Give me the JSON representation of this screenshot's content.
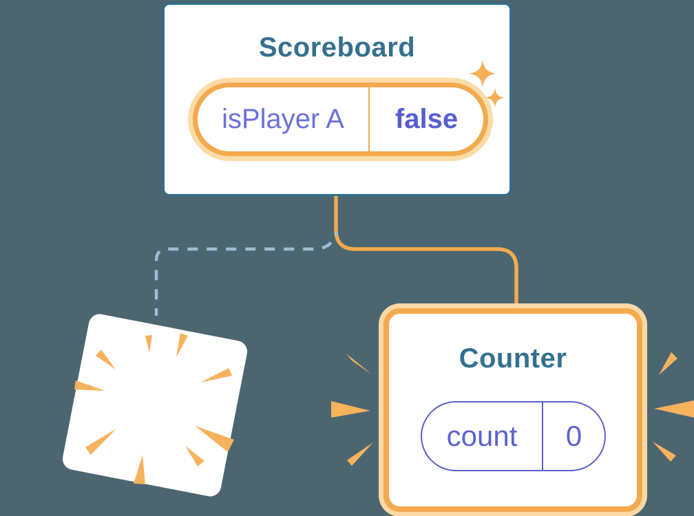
{
  "diagram": {
    "description": "React component tree state diagram: Scoreboard keeps its state while a child Counter is destroyed (poof) and a new Counter is mounted fresh",
    "background_color": "#4C6671",
    "scoreboard": {
      "title": "Scoreboard",
      "state": {
        "key": "isPlayer A",
        "value": "false"
      }
    },
    "counter": {
      "title": "Counter",
      "state": {
        "key": "count",
        "value": "0"
      }
    },
    "destroyed_component": {
      "icon": "poof-burst-icon"
    },
    "icons": {
      "sparkles": "sparkles-icon",
      "poof": "poof-burst-icon",
      "emphasis_left": "emphasis-rays-left-icon",
      "emphasis_right": "emphasis-rays-right-icon"
    },
    "colors": {
      "background": "#4C6671",
      "card_fill": "#FFFFFF",
      "scoreboard_border": "#2E6F93",
      "title_text": "#35708F",
      "orange": "#F3A94F",
      "orange_halo_pill": "#FBDCA8",
      "orange_halo_card": "#FBD9A4",
      "ray_orange": "#F7B25C",
      "state_key_text": "#6B70D9",
      "state_value_text": "#575DD0",
      "counter_state_text": "#5C63CF",
      "indigo_pill_border": "#5A60C8",
      "dashed_line": "#9FBCD3"
    }
  }
}
